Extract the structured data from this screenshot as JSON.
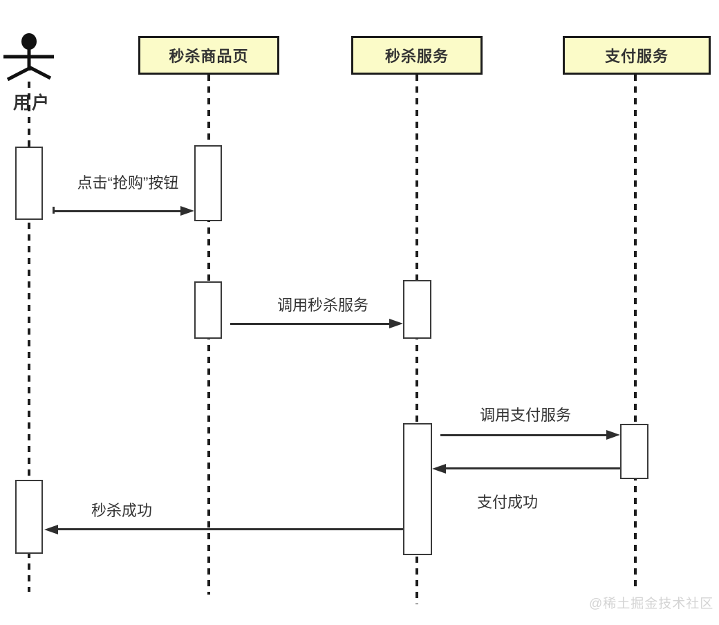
{
  "diagram": {
    "type": "uml-sequence-diagram",
    "actor": {
      "name": "用户"
    },
    "lifelines": [
      {
        "label": "秒杀商品页"
      },
      {
        "label": "秒杀服务"
      },
      {
        "label": "支付服务"
      }
    ],
    "messages": [
      {
        "from": "用户",
        "to": "秒杀商品页",
        "label": "点击“抢购”按钮",
        "direction": "right"
      },
      {
        "from": "秒杀商品页",
        "to": "秒杀服务",
        "label": "调用秒杀服务",
        "direction": "right"
      },
      {
        "from": "秒杀服务",
        "to": "支付服务",
        "label": "调用支付服务",
        "direction": "right"
      },
      {
        "from": "支付服务",
        "to": "秒杀服务",
        "label": "支付成功",
        "direction": "left"
      },
      {
        "from": "秒杀服务",
        "to": "用户",
        "label": "秒杀成功",
        "direction": "left"
      }
    ],
    "watermark": "@稀土掘金技术社区",
    "colors": {
      "background": "#ffffff",
      "header_fill": "#fbfbc8",
      "border": "#1c1c1c",
      "arrow": "#2e2e2e",
      "text": "#333333",
      "watermark": "#d4d4d4"
    }
  }
}
